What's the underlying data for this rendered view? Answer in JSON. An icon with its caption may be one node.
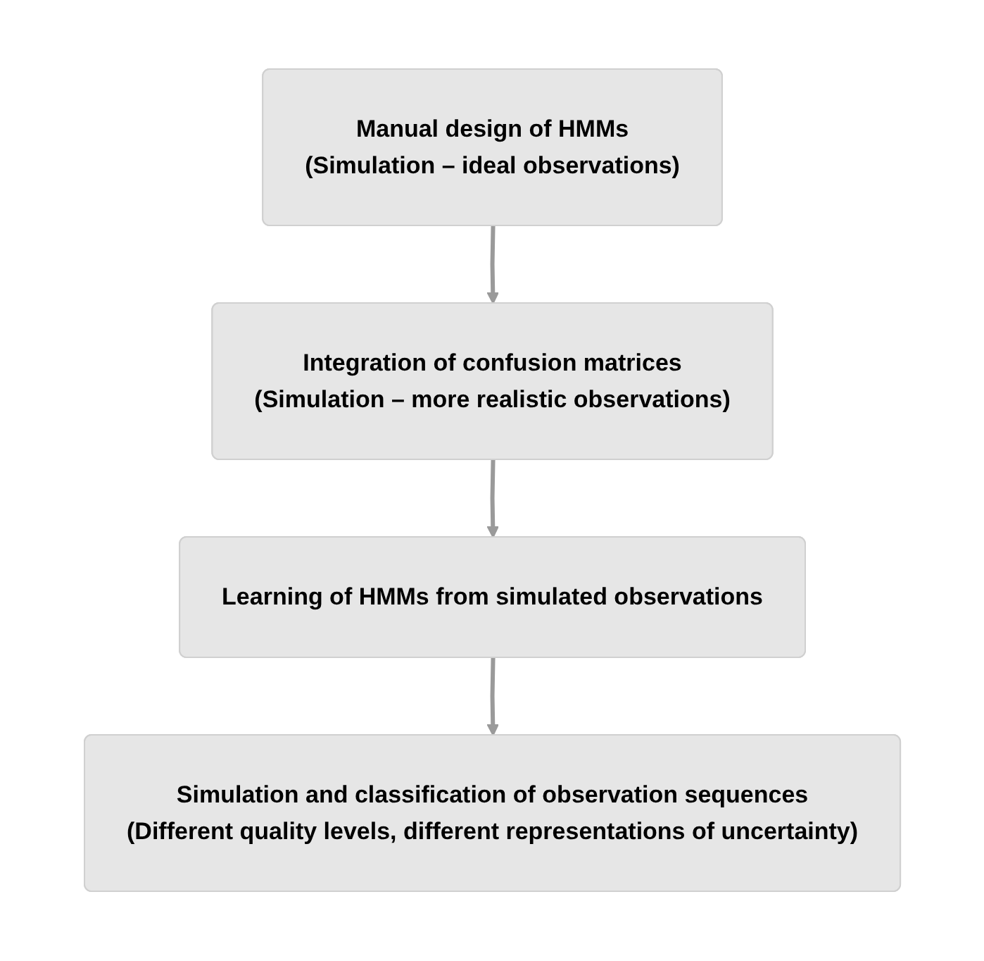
{
  "diagram": {
    "nodes": [
      {
        "text": [
          "Manual design of HMMs",
          "(Simulation – ideal observations)"
        ]
      },
      {
        "text": [
          "Integration of confusion matrices",
          "(Simulation – more realistic observations)"
        ]
      },
      {
        "text": [
          "Learning of HMMs from simulated observations"
        ]
      },
      {
        "text": [
          "Simulation and classification of observation sequences",
          "(Different quality levels, different representations of uncertainty)"
        ]
      }
    ],
    "edges": [
      {
        "from": 0,
        "to": 1,
        "arrow": "to"
      },
      {
        "from": 1,
        "to": 2,
        "arrow": "to"
      },
      {
        "from": 2,
        "to": 3,
        "arrow": "to"
      }
    ]
  }
}
